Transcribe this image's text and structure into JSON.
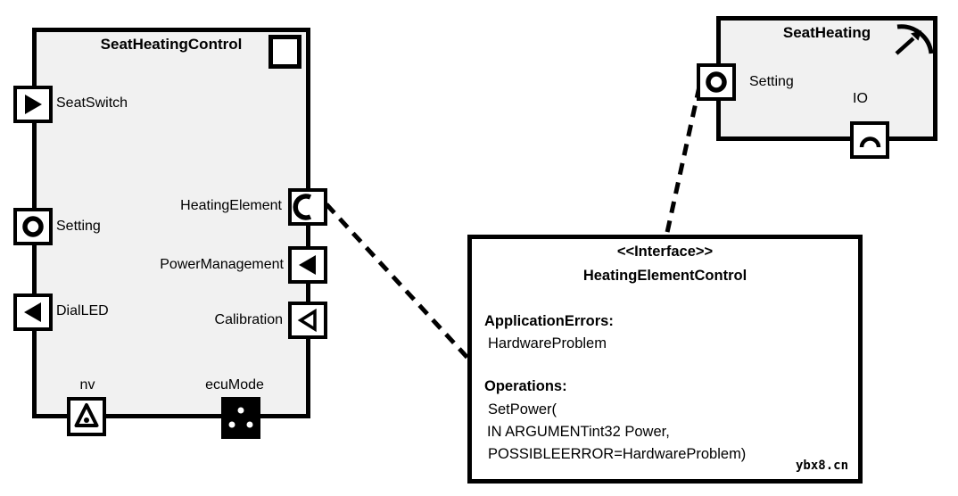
{
  "diagram": {
    "watermark": "ybx8.cn",
    "colors": {
      "component_fill": "#f1f1f1",
      "interface_fill": "#ffffff",
      "stroke": "#000000"
    },
    "seat_heating_control": {
      "title": "SeatHeatingControl",
      "composition_icon": "square-icon",
      "ports": {
        "seat_switch": {
          "label": "SeatSwitch",
          "icon": "triangle-right-filled-icon"
        },
        "setting": {
          "label": "Setting",
          "icon": "ring-icon"
        },
        "dial_led": {
          "label": "DialLED",
          "icon": "triangle-left-filled-icon"
        },
        "heating_element": {
          "label": "HeatingElement",
          "icon": "crescent-icon"
        },
        "power_management": {
          "label": "PowerManagement",
          "icon": "triangle-left-filled-icon"
        },
        "calibration": {
          "label": "Calibration",
          "icon": "triangle-left-outline-icon"
        },
        "nv": {
          "label": "nv",
          "icon": "triangle-dot-icon"
        },
        "ecu_mode": {
          "label": "ecuMode",
          "icon": "three-dots-icon"
        }
      }
    },
    "seat_heating": {
      "title": "SeatHeating",
      "gauge_icon": "gauge-arrow-icon",
      "ports": {
        "setting": {
          "label": "Setting",
          "icon": "ring-icon"
        },
        "io": {
          "label": "IO",
          "icon": "arch-icon"
        }
      }
    },
    "interface": {
      "stereotype": "<<Interface>>",
      "name": "HeatingElementControl",
      "application_errors_label": "ApplicationErrors:",
      "application_errors_value": "HardwareProblem",
      "operations_label": "Operations:",
      "op_line1": "SetPower(",
      "op_line2": "IN ARGUMENTint32 Power,",
      "op_line3": "POSSIBLEERROR=HardwareProblem)"
    }
  }
}
